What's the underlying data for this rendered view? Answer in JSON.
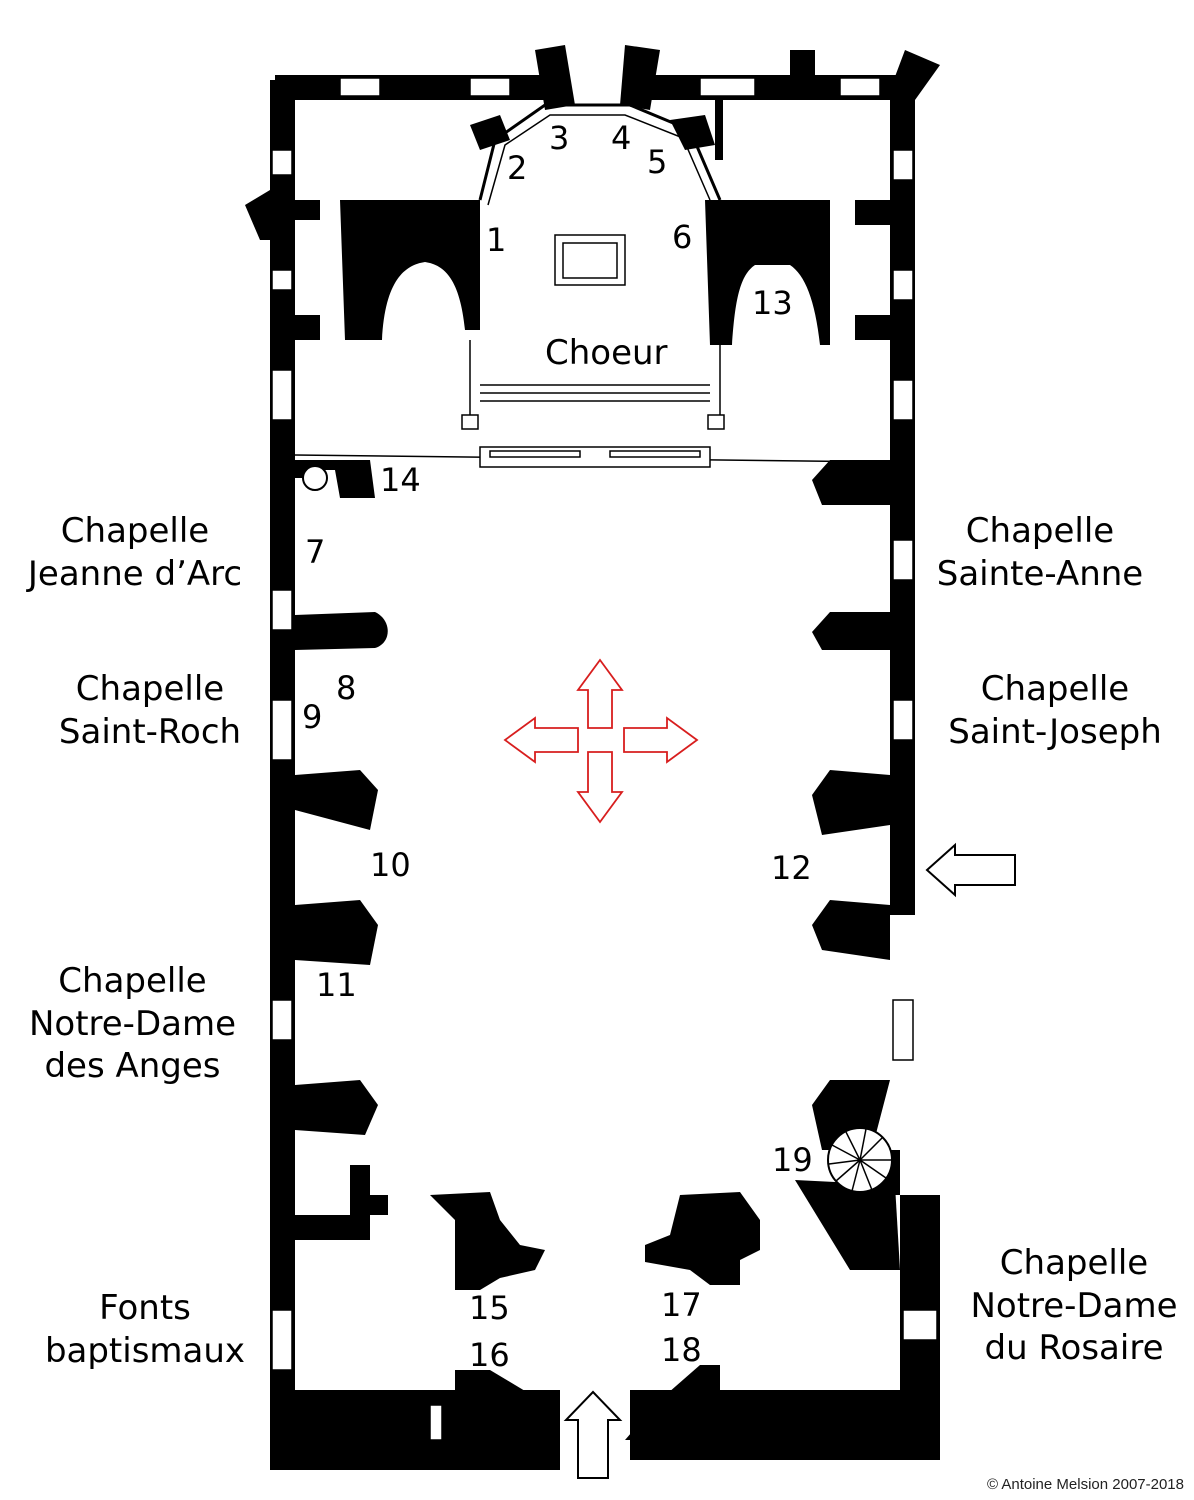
{
  "chapels": {
    "jeanne_darc": {
      "line1": "Chapelle",
      "line2": "Jeanne d’Arc"
    },
    "saint_roch": {
      "line1": "Chapelle",
      "line2": "Saint-Roch"
    },
    "notre_dame_anges": {
      "line1": "Chapelle",
      "line2": "Notre-Dame",
      "line3": "des Anges"
    },
    "fonts": {
      "line1": "Fonts",
      "line2": "baptismaux"
    },
    "sainte_anne": {
      "line1": "Chapelle",
      "line2": "Sainte-Anne"
    },
    "saint_joseph": {
      "line1": "Chapelle",
      "line2": "Saint-Joseph"
    },
    "notre_dame_rosaire": {
      "line1": "Chapelle",
      "line2": "Notre-Dame",
      "line3": "du Rosaire"
    }
  },
  "choir": {
    "label": "Choeur"
  },
  "numbers": [
    "1",
    "2",
    "3",
    "4",
    "5",
    "6",
    "7",
    "8",
    "9",
    "10",
    "11",
    "12",
    "13",
    "14",
    "15",
    "16",
    "17",
    "18",
    "19"
  ],
  "credit": "© Antoine Melsion 2007-2018",
  "colors": {
    "walls": "#000000",
    "cross_symbol": "#d81e1e",
    "entrance_arrows": "#000000"
  },
  "icons": {
    "orientation": "cross-arrows-icon",
    "entrance": "entrance-arrow-icon",
    "stair": "spiral-stair-icon"
  }
}
